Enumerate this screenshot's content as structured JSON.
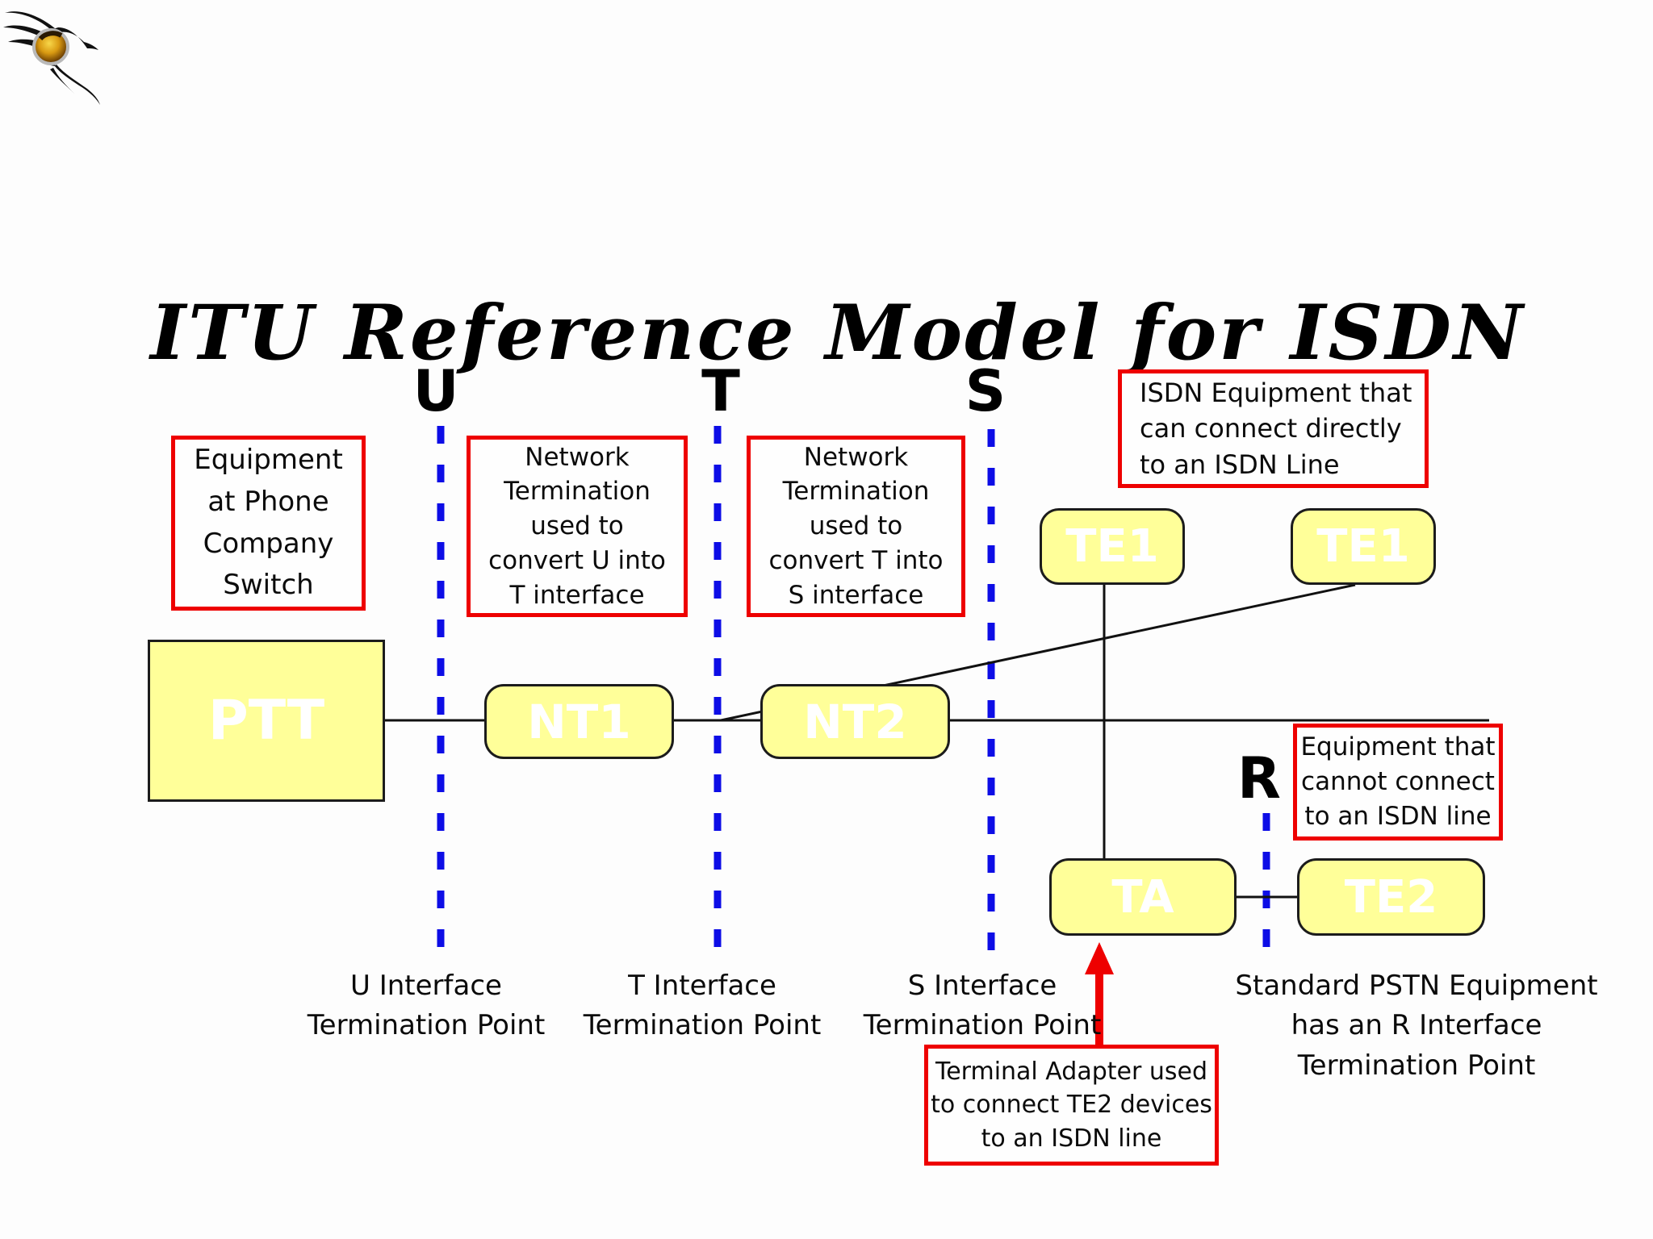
{
  "title": "ITU Reference Model for ISDN",
  "logo": "dragon-swoosh-logo",
  "colors": {
    "node_fill": "#FFFF99",
    "node_border": "#1c1c1c",
    "node_text": "#FFFFFF",
    "interface_dash_blue": "#0d0de6",
    "callout_red": "#ee0000",
    "connector_black": "#111111",
    "background": "#fdfdfd"
  },
  "interface_letters": {
    "u": "U",
    "t": "T",
    "s": "S",
    "r": "R"
  },
  "nodes": {
    "ptt": "PTT",
    "nt1": "NT1",
    "nt2": "NT2",
    "te1a": "TE1",
    "te1b": "TE1",
    "ta": "TA",
    "te2": "TE2"
  },
  "callouts": {
    "phone_switch": [
      "Equipment",
      "at Phone",
      "Company",
      "Switch"
    ],
    "nt_u_to_t": [
      "Network",
      "Termination",
      "used to",
      "convert U into",
      "T interface"
    ],
    "nt_t_to_s": [
      "Network",
      "Termination",
      "used to",
      "convert T into",
      "S interface"
    ],
    "isdn_equipment": [
      "ISDN Equipment that",
      "can connect directly",
      "to an ISDN Line"
    ],
    "non_isdn_equipment": [
      "Equipment that",
      "cannot connect",
      "to an ISDN line"
    ],
    "terminal_adapter": [
      "Terminal Adapter used",
      "to connect TE2 devices",
      "to an ISDN line"
    ]
  },
  "termination_labels": {
    "u": [
      "U Interface",
      "Termination Point"
    ],
    "t": [
      "T Interface",
      "Termination Point"
    ],
    "s": [
      "S Interface",
      "Termination Point"
    ],
    "r": [
      "Standard PSTN Equipment",
      "has an R Interface",
      "Termination Point"
    ]
  }
}
